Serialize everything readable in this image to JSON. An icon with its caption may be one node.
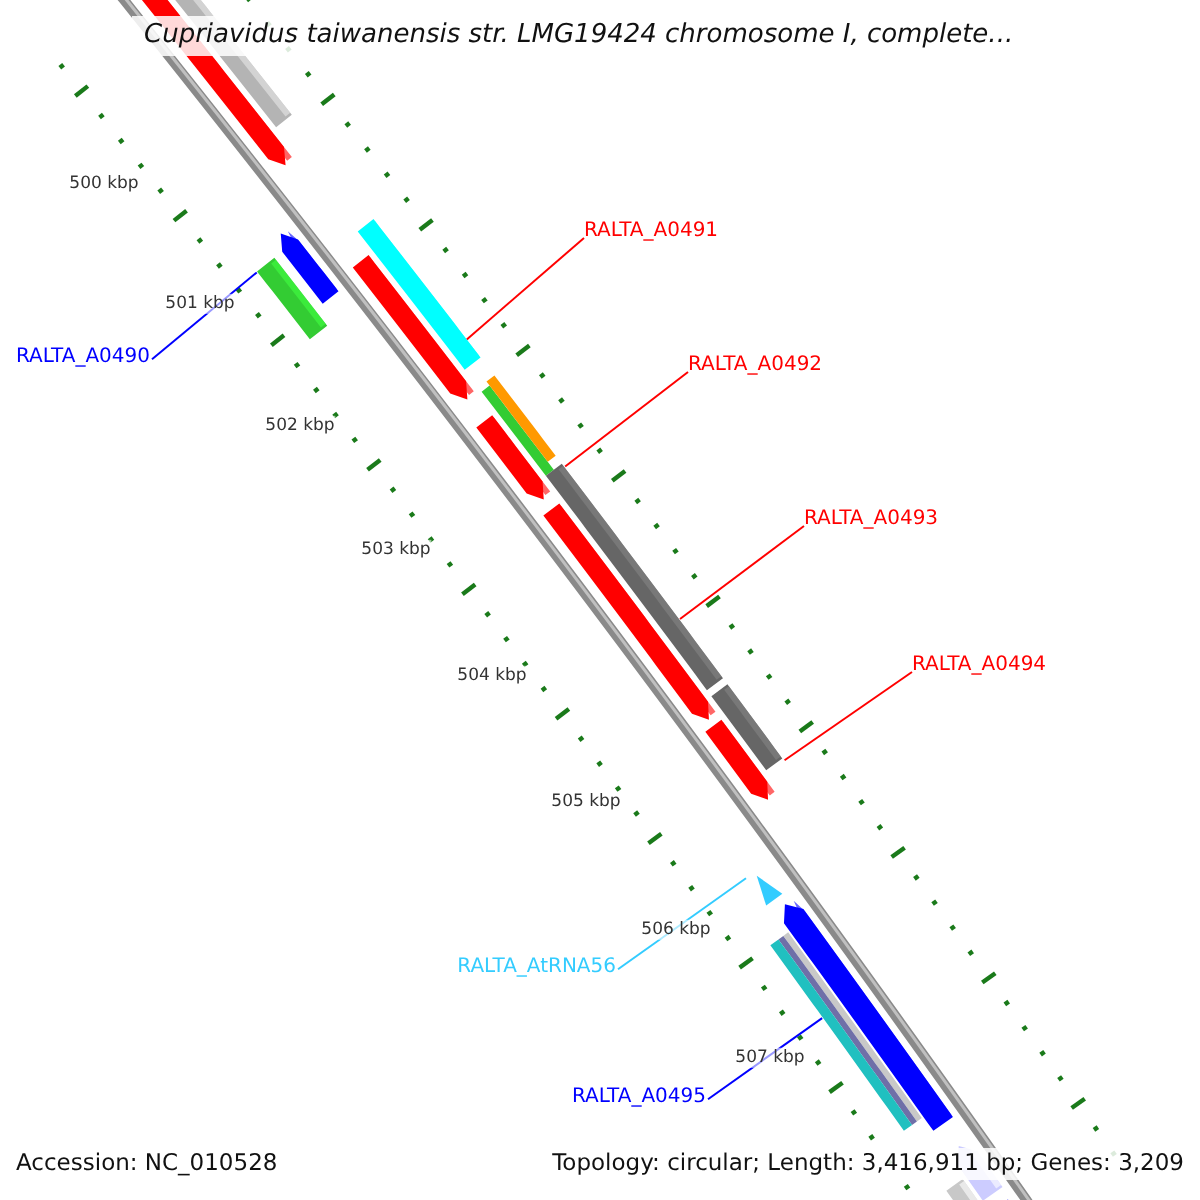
{
  "diagram": {
    "title": "Cupriavidus taiwanensis str. LMG19424 chromosome I, complete...",
    "nodes": [
      {
        "text": [
          "RALTA_A0491"
        ]
      },
      {
        "text": [
          "RALTA_A0490"
        ]
      },
      {
        "text": [
          "RALTA_A0492"
        ]
      },
      {
        "text": [
          "RALTA_A0493"
        ]
      },
      {
        "text": [
          "RALTA_A0494"
        ]
      },
      {
        "text": [
          "RALTA_AtRNA56"
        ]
      },
      {
        "text": [
          "RALTA_A0495"
        ]
      },
      {
        "text": [],
        "shape": "bar"
      },
      {
        "text": [],
        "shape": "bar"
      },
      {
        "text": [],
        "shape": "bar"
      },
      {
        "text": [],
        "shape": "bar"
      },
      {
        "text": [],
        "shape": "bar"
      },
      {
        "text": [],
        "shape": "triangle"
      },
      {
        "text": [],
        "shape": "bar"
      }
    ],
    "edges": [
      {
        "from": 0,
        "to": 8,
        "arrow": "none"
      },
      {
        "from": 1,
        "to": 7,
        "arrow": "none",
        "color": "#0000ff"
      },
      {
        "from": 2,
        "to": 9,
        "arrow": "none"
      },
      {
        "from": 3,
        "to": 10,
        "arrow": "none"
      },
      {
        "from": 4,
        "to": 11,
        "arrow": "none"
      },
      {
        "from": 5,
        "to": 12,
        "arrow": "none",
        "color": "#33ccff"
      },
      {
        "from": 6,
        "to": 13,
        "arrow": "none",
        "color": "#0000ff"
      }
    ],
    "labels": [
      "500 kbp",
      "501 kbp",
      "502 kbp",
      "503 kbp",
      "504 kbp",
      "505 kbp",
      "506 kbp",
      "507 kbp",
      "Accession: NC_010528",
      "Topology: circular; Length: 3,416,911 bp; Genes: 3,209"
    ]
  }
}
